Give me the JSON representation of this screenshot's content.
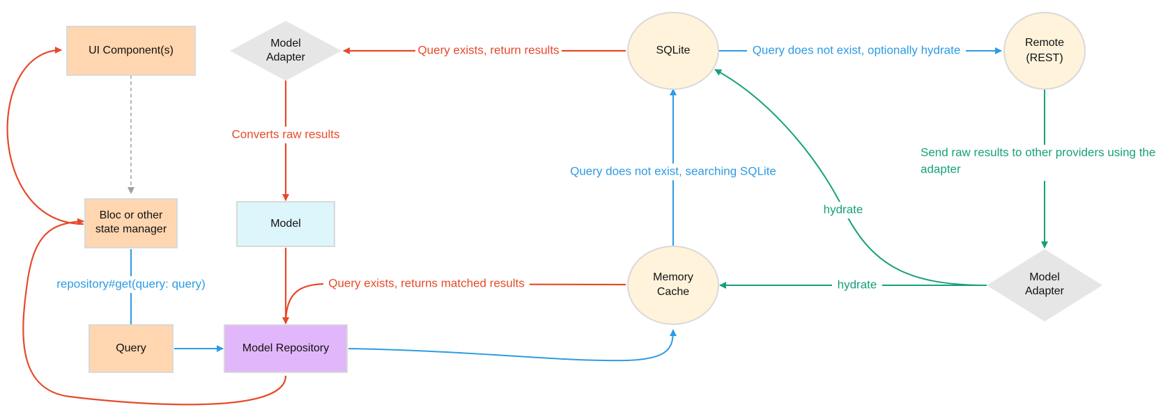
{
  "colors": {
    "red": "#E64A2A",
    "blue": "#2C9BE3",
    "green": "#16A07A",
    "gray_dash": "#9E9E9E",
    "peach": "#FFD6B0",
    "light_blue": "#DDF6FB",
    "purple": "#E2B6FA",
    "cream": "#FFF3DB",
    "diamond": "#E6E6E6",
    "node_border": "#D9D9D9"
  },
  "nodes": {
    "ui_component": "UI Component(s)",
    "bloc": [
      "Bloc or other",
      "state manager"
    ],
    "query": "Query",
    "model_repository": "Model Repository",
    "model": "Model",
    "model_adapter_top": [
      "Model",
      "Adapter"
    ],
    "sqlite": "SQLite",
    "remote": [
      "Remote",
      "(REST)"
    ],
    "memory_cache": [
      "Memory",
      "Cache"
    ],
    "model_adapter_right": [
      "Model",
      "Adapter"
    ]
  },
  "edges": {
    "repo_get": "repository#get(query: query)",
    "converts": "Converts raw results",
    "query_exists_return": "Query exists, return results",
    "query_not_exist_hydrate": "Query does not exist, optionally hydrate",
    "query_not_exist_search": "Query does not exist, searching SQLite",
    "send_raw": [
      "Send raw results to other providers using the",
      "adapter"
    ],
    "hydrate_sqlite": "hydrate",
    "hydrate_memory": "hydrate",
    "query_exists_matched": "Query exists, returns matched results"
  }
}
